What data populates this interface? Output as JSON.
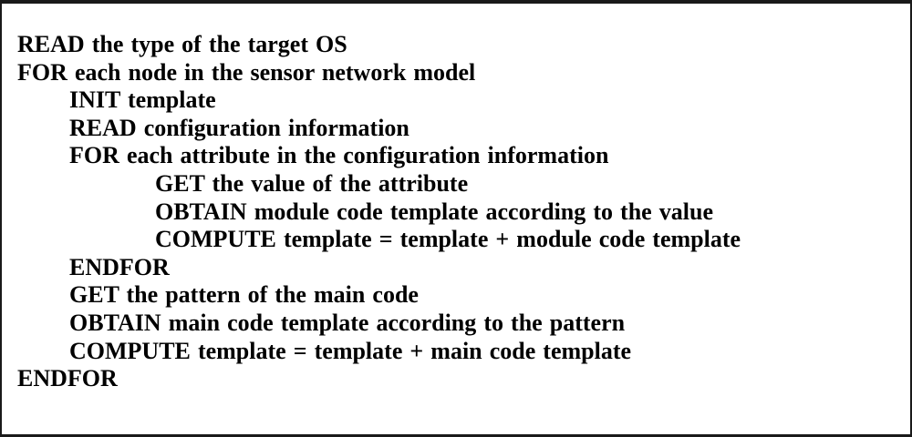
{
  "pseudocode": {
    "description": "Bordered pseudocode figure block",
    "colors": {
      "text": "#000000",
      "background": "#ffffff",
      "border": "#1a1a1a"
    },
    "lines": [
      {
        "indent": 0,
        "text": "READ the type of the target OS"
      },
      {
        "indent": 0,
        "text": "FOR each node in the sensor network model"
      },
      {
        "indent": 1,
        "text": "INIT template"
      },
      {
        "indent": 1,
        "text": "READ configuration information"
      },
      {
        "indent": 1,
        "text": "FOR each attribute in the configuration information"
      },
      {
        "indent": 2,
        "text": "GET the value of the attribute"
      },
      {
        "indent": 2,
        "text": "OBTAIN module code template according to the value"
      },
      {
        "indent": 2,
        "text": "COMPUTE template = template + module code template"
      },
      {
        "indent": 1,
        "text": "ENDFOR"
      },
      {
        "indent": 1,
        "text": "GET the pattern of the main code"
      },
      {
        "indent": 1,
        "text": "OBTAIN main code template according to the pattern"
      },
      {
        "indent": 1,
        "text": "COMPUTE template = template + main code template"
      },
      {
        "indent": 0,
        "text": "ENDFOR"
      }
    ]
  }
}
